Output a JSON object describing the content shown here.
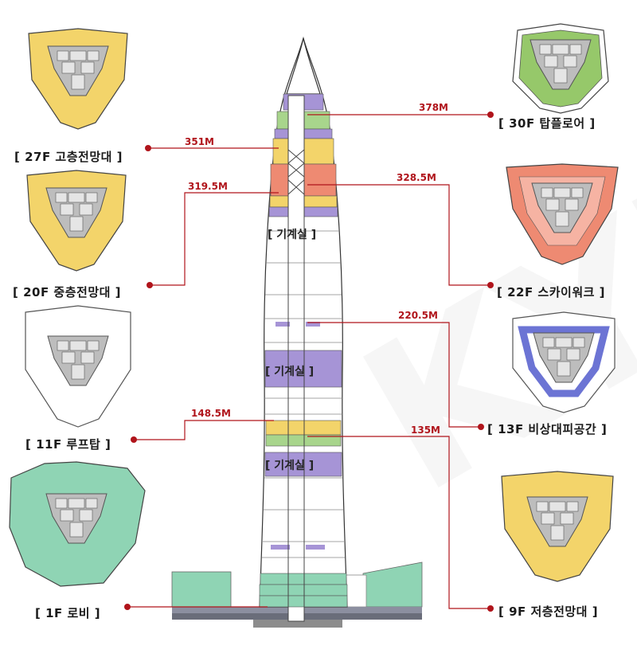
{
  "floors": [
    {
      "id": "30f",
      "label": "[ 30F 탑플로어 ]",
      "height": "378M",
      "color": "#96c86a"
    },
    {
      "id": "27f",
      "label": "[ 27F 고층전망대 ]",
      "height": "351M",
      "color": "#f3d46a"
    },
    {
      "id": "22f",
      "label": "[ 22F 스카이워크 ]",
      "height": "328.5M",
      "color": "#ee8a72"
    },
    {
      "id": "20f",
      "label": "[ 20F 중층전망대 ]",
      "height": "319.5M",
      "color": "#f3d46a"
    },
    {
      "id": "13f",
      "label": "[ 13F 비상대피공간 ]",
      "height": "220.5M",
      "color": "#7f86d8"
    },
    {
      "id": "11f",
      "label": "[ 11F 루프탑 ]",
      "height": "148.5M",
      "color": "#ffffff"
    },
    {
      "id": "9f",
      "label": "[ 9F 저층전망대 ]",
      "height": "135M",
      "color": "#f3d46a"
    },
    {
      "id": "1f",
      "label": "[ 1F 로비 ]",
      "height": "",
      "color": "#8fd4b4"
    }
  ],
  "mechanical_rooms": [
    "[ 기계실 ]",
    "[ 기계실 ]",
    "[ 기계실 ]"
  ],
  "watermark": "KYLE",
  "colors": {
    "leader_line": "#b0141b",
    "purple": "#a694d6",
    "green": "#a8d58c",
    "yellow": "#f3d46a",
    "salmon": "#ee8a72",
    "mint": "#8fd4b4"
  }
}
